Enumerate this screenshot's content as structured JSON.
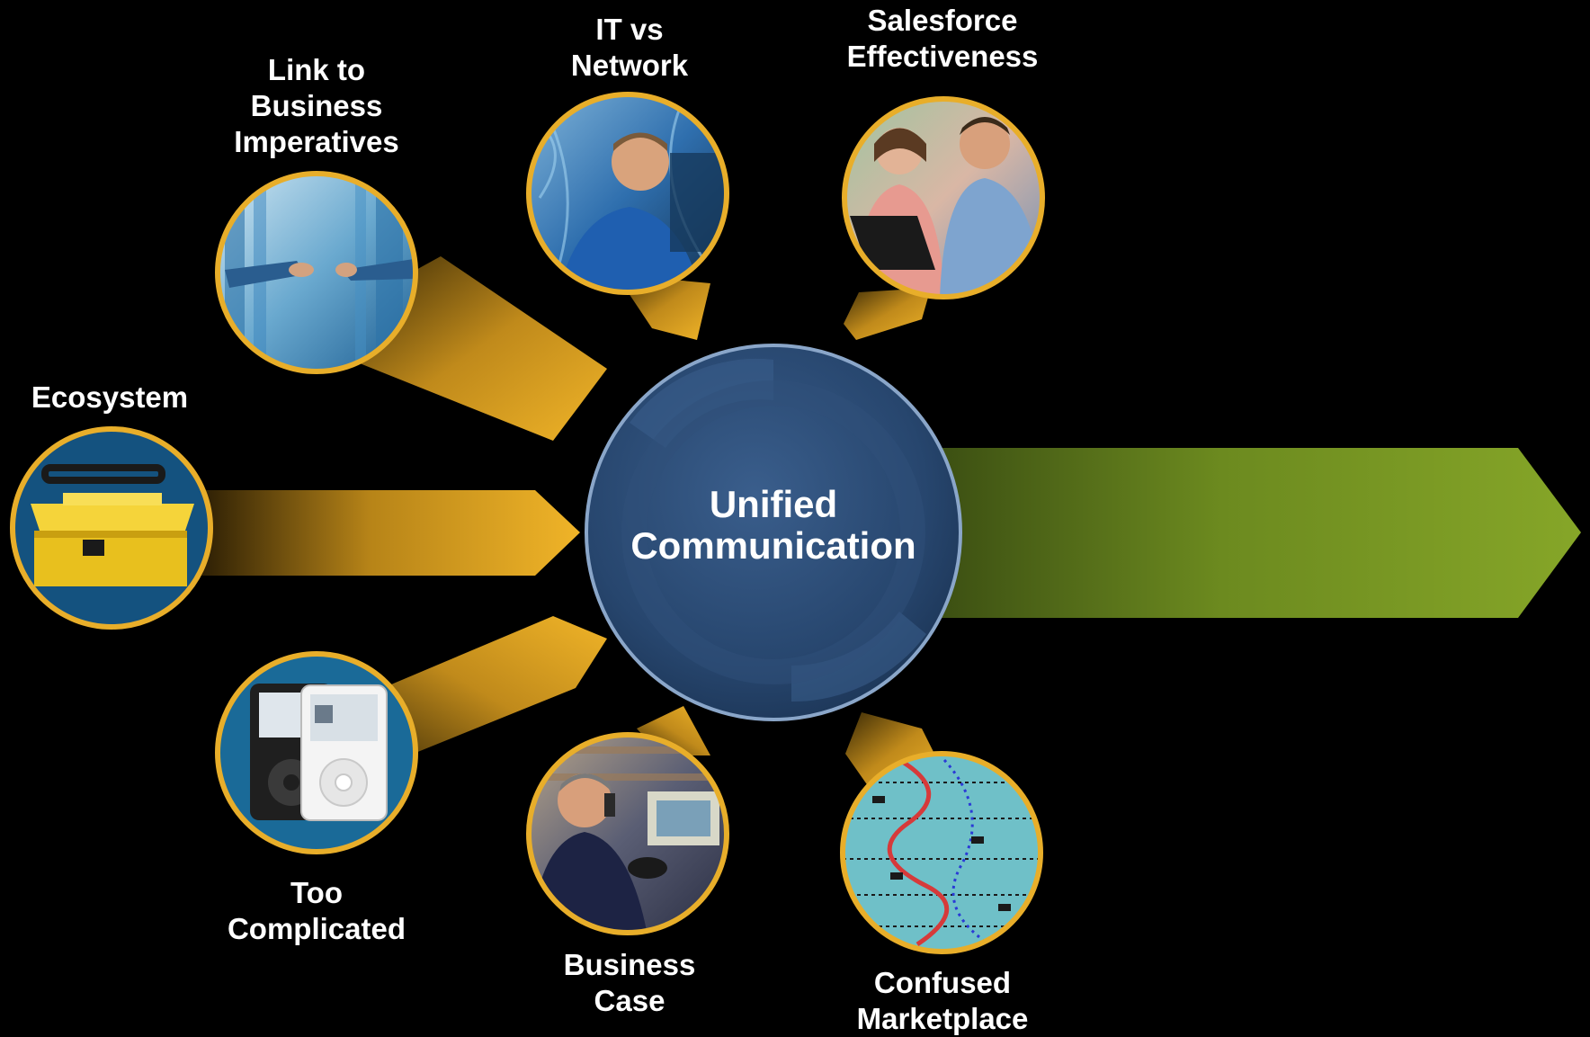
{
  "center": {
    "lines": [
      "Unified",
      "Communication"
    ],
    "fill": "#2a4a73",
    "ring": "#8aa6c9"
  },
  "colors": {
    "gold": "#e8ae2a",
    "green": "#7a9a22",
    "green_dark": "#3a4d12"
  },
  "items": [
    {
      "id": "link-to-business-imperatives",
      "icon": "handshake-datacenter-photo",
      "lines": [
        "Link to",
        "Business",
        "Imperatives"
      ]
    },
    {
      "id": "it-vs-network",
      "icon": "network-technician-photo",
      "lines": [
        "IT vs",
        "Network"
      ]
    },
    {
      "id": "salesforce-effectiveness",
      "icon": "sales-team-laptop-photo",
      "lines": [
        "Salesforce",
        "Effectiveness"
      ]
    },
    {
      "id": "ecosystem",
      "icon": "toolbox-icon",
      "lines": [
        "Ecosystem"
      ]
    },
    {
      "id": "too-complicated",
      "icon": "media-player-icon",
      "lines": [
        "Too",
        "Complicated"
      ]
    },
    {
      "id": "business-case",
      "icon": "businessman-phone-photo",
      "lines": [
        "Business",
        "Case"
      ]
    },
    {
      "id": "confused-marketplace",
      "icon": "network-map-photo",
      "lines": [
        "Confused",
        "Marketplace"
      ]
    }
  ]
}
